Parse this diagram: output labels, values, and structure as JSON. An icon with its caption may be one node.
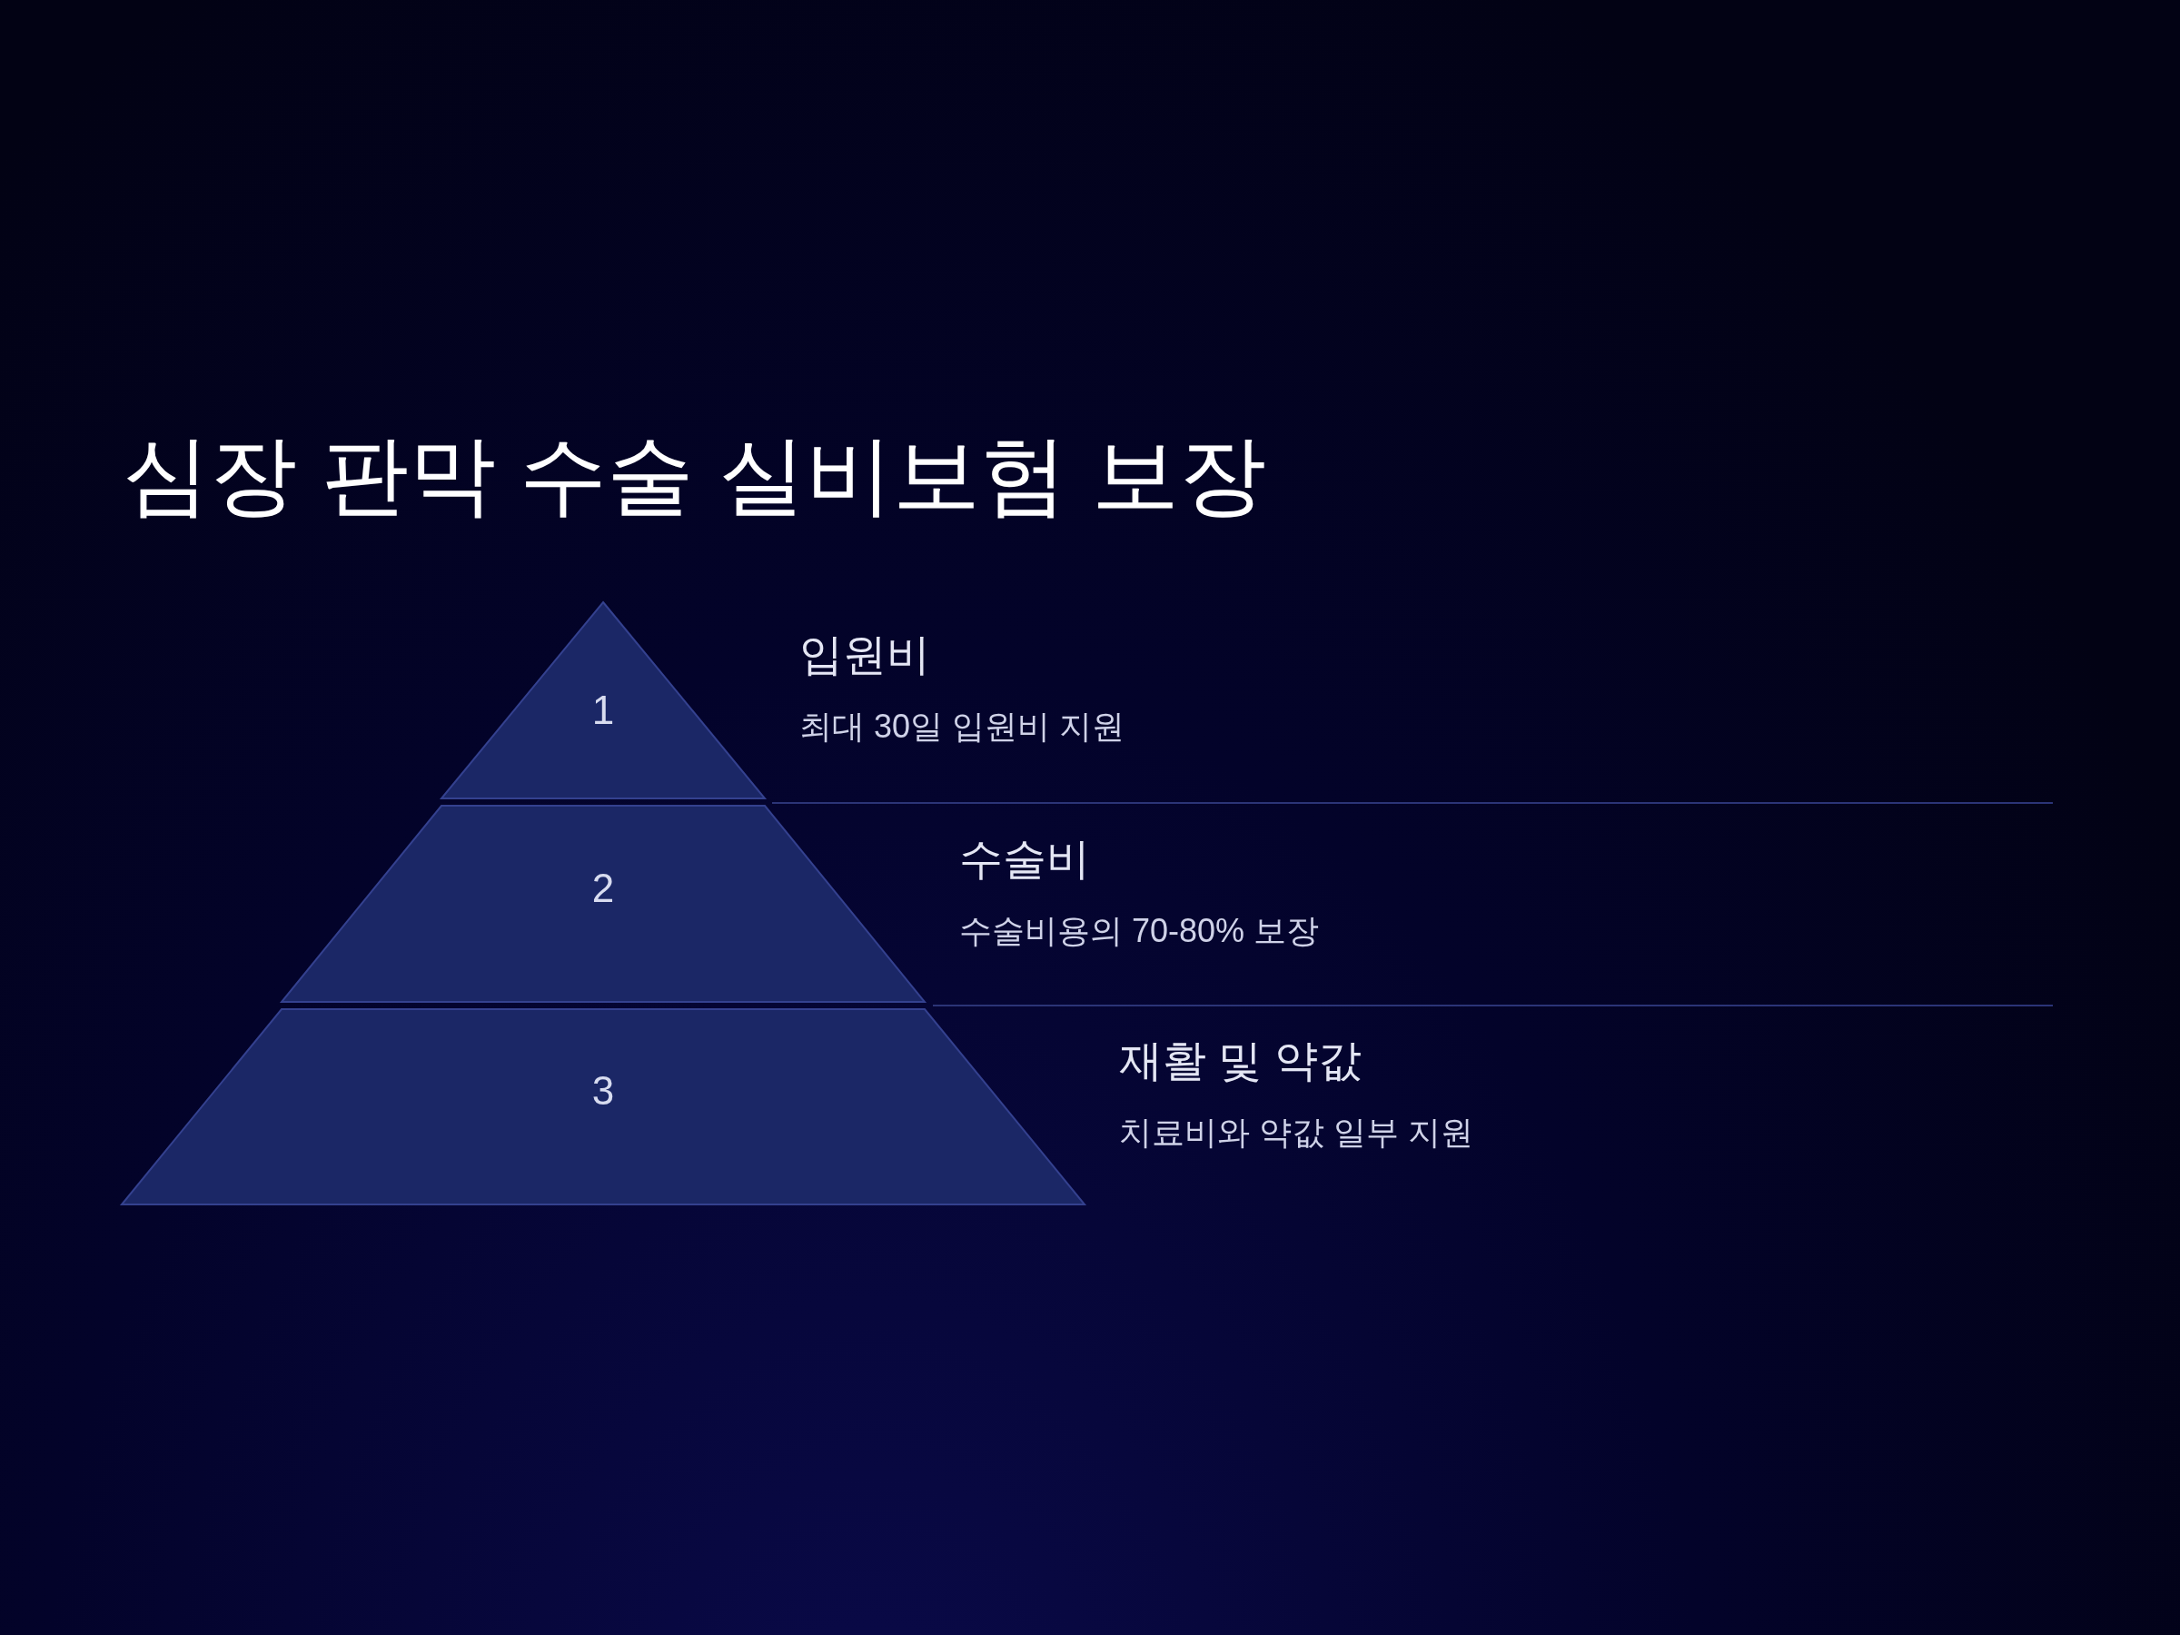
{
  "diagram": {
    "title": "심장 판막 수술 실비보험 보장",
    "nodes": [
      {
        "text": [
          "1"
        ],
        "beside": [
          "입원비",
          "최대 30일 입원비 지원"
        ]
      },
      {
        "text": [
          "2"
        ],
        "beside": [
          "수술비",
          "수술비용의 70-80% 보장"
        ]
      },
      {
        "text": [
          "3"
        ],
        "beside": [
          "재활 및 약값",
          "치료비와 약값 일부 지원"
        ]
      }
    ],
    "edges": []
  }
}
